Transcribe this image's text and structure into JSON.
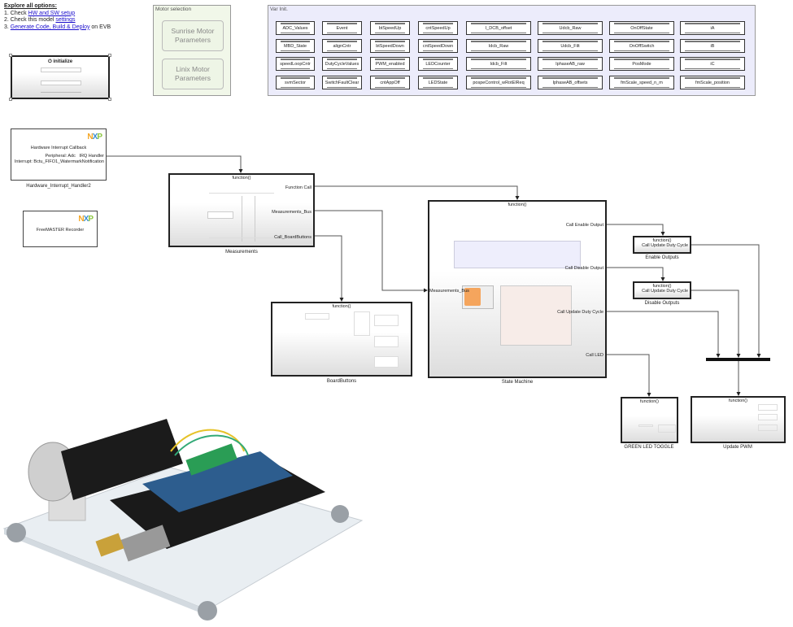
{
  "instructions": {
    "title": "Explore all options:",
    "line1_prefix": "1. Check ",
    "line1_link": "HW and SW setup",
    "line2_prefix": "2. Check this model ",
    "line2_link": "settings",
    "line3_prefix": "3. ",
    "line3_link": "Generate Code, Build & Deploy",
    "line3_suffix": " on EVB"
  },
  "initialize": {
    "label": "initialize",
    "icon": "power-icon"
  },
  "motor_selection": {
    "title": "Motor selection",
    "buttons": [
      "Sunrise Motor Parameters",
      "Linix Motor Parameters"
    ]
  },
  "var_init": {
    "title": "Var Init.",
    "rows": [
      [
        "ADC_Values",
        "Event",
        "btSpeedUp",
        "cntSpeedUp",
        "I_DCB_offset",
        "Udcb_Raw",
        "OnOffState",
        "iA"
      ],
      [
        "MBD_State",
        "alignCntr",
        "btSpeedDown",
        "cntSpeedDown",
        "Idcb_Raw",
        "Udcb_Filt",
        "OnOffSwitch",
        "iB"
      ],
      [
        "speedLoopCntr",
        "DutyCycleValues",
        "PWM_enabled",
        "LEDCounter",
        "Idcb_Filt",
        "IphaseAB_raw",
        "PosMode",
        "iC"
      ],
      [
        "svmSector",
        "SwitchFaultClear",
        "cntAppOff",
        "LEDState",
        "pospeControl_wRotElReq",
        "IphaseAB_offsets",
        "fmScale_speed_n_m",
        "fmScale_position"
      ]
    ]
  },
  "hw_interrupt": {
    "title": "Hardware Interrupt Callback",
    "peripheral": "Peripheral: Adc",
    "irq": "IRQ Handler",
    "interrupt": "Interrupt: Bctu_FIFO1_WatermarkNotification",
    "name": "Hardware_Interrupt_Handler2",
    "logo": "NXP"
  },
  "freemaster": {
    "title": "FreeMASTER Recorder",
    "logo": "NXP"
  },
  "measurements": {
    "trigger": "function()",
    "ports": [
      "Function Call",
      "Measurements_Bus",
      "Call_BoardButtons"
    ],
    "name": "Measurements"
  },
  "board_buttons": {
    "trigger": "function()",
    "name": "BoardButtons"
  },
  "state_machine": {
    "trigger": "function()",
    "input": "Measurements_Bus",
    "ports": [
      "Call Enable Output",
      "Call Disable Output",
      "Call Update Duty Cycle",
      "Call LED"
    ],
    "name": "State Machine"
  },
  "enable_outputs": {
    "trigger": "function()",
    "port": "Call Update Duty Cycle",
    "name": "Enable Outputs"
  },
  "disable_outputs": {
    "trigger": "function()",
    "port": "Call Update Duty Cycle",
    "name": "Disable Outputs"
  },
  "green_led": {
    "trigger": "function()",
    "name": "GREEN LED TOGGLE"
  },
  "update_pwm": {
    "trigger": "function()",
    "name": "Update PWM"
  },
  "colors": {
    "var_init_bg": "#ececfb",
    "motor_bg": "#f1f7e9",
    "link": "#1a0dcc"
  }
}
